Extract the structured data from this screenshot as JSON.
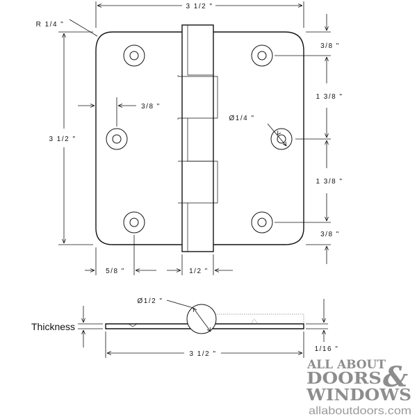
{
  "dimensions": {
    "overall_width_top": "3 1/2 \"",
    "corner_radius": "R 1/4 \"",
    "overall_height": "3 1/2 \"",
    "hole_inset_left": "3/8 \"",
    "hole_diameter": "Ø1/4 \"",
    "right_top_edge": "3/8 \"",
    "right_spacing_upper": "1 3/8 \"",
    "right_spacing_lower": "1 3/8 \"",
    "right_bottom_edge": "3/8 \"",
    "bottom_left_offset": "5/8 \"",
    "bottom_knuckle_width": "1/2 \"",
    "pin_diameter": "Ø1/2 \"",
    "thickness_label": "Thickness",
    "side_width": "3 1/2 \"",
    "side_thickness": "1/16 \""
  },
  "logo": {
    "line1": "ALL ABOUT",
    "line2": "DOORS",
    "ampersand": "&",
    "line3": "WINDOWS",
    "url": "allaboutdoors.com"
  },
  "colors": {
    "line": "#111111",
    "logo": "#8d8d8d"
  }
}
